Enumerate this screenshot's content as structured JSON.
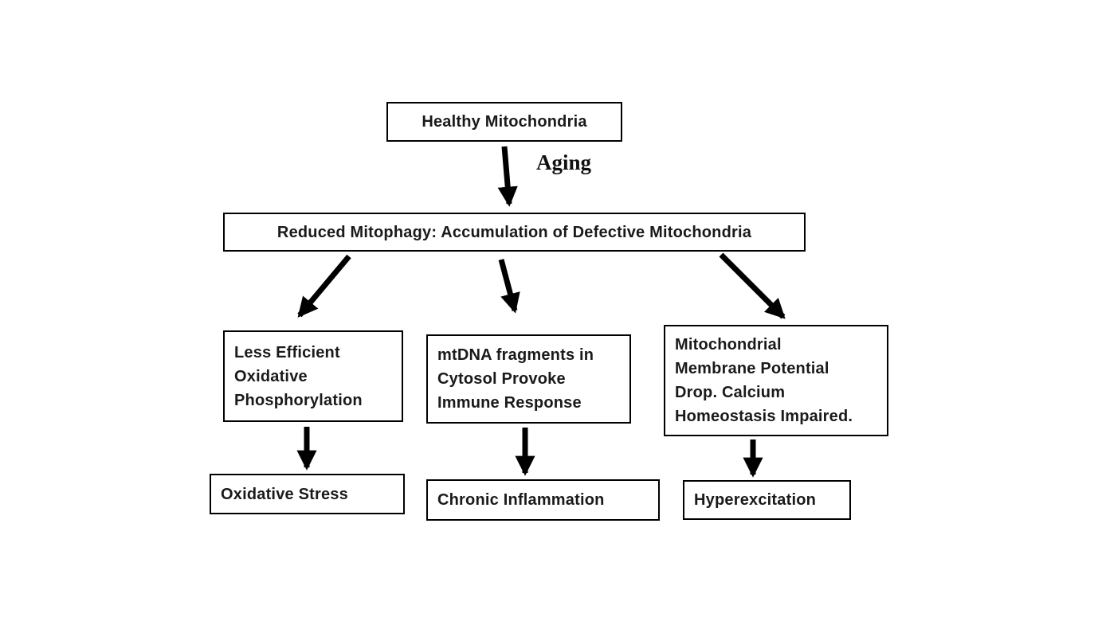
{
  "diagram_type": "flowchart",
  "nodes": {
    "healthy": "Healthy Mitochondria",
    "reduced": "Reduced Mitophagy: Accumulation of Defective Mitochondria",
    "oxphos": "Less Efficient\nOxidative\nPhosphorylation",
    "mtdna": "mtDNA fragments in\nCytosol Provoke\nImmune Response",
    "membrane": "Mitochondrial\nMembrane Potential\nDrop. Calcium\nHomeostasis Impaired.",
    "oxstress": "Oxidative Stress",
    "inflammation": "Chronic Inflammation",
    "hyper": "Hyperexcitation"
  },
  "edge_labels": {
    "aging": "Aging"
  },
  "edges": [
    {
      "from": "healthy",
      "to": "reduced",
      "label": "Aging"
    },
    {
      "from": "reduced",
      "to": "oxphos",
      "label": ""
    },
    {
      "from": "reduced",
      "to": "mtdna",
      "label": ""
    },
    {
      "from": "reduced",
      "to": "membrane",
      "label": ""
    },
    {
      "from": "oxphos",
      "to": "oxstress",
      "label": ""
    },
    {
      "from": "mtdna",
      "to": "inflammation",
      "label": ""
    },
    {
      "from": "membrane",
      "to": "hyper",
      "label": ""
    }
  ],
  "colors": {
    "box_border": "#000000",
    "box_fill": "#ffffff",
    "arrow": "#000000",
    "text": "#1a1a1a"
  }
}
